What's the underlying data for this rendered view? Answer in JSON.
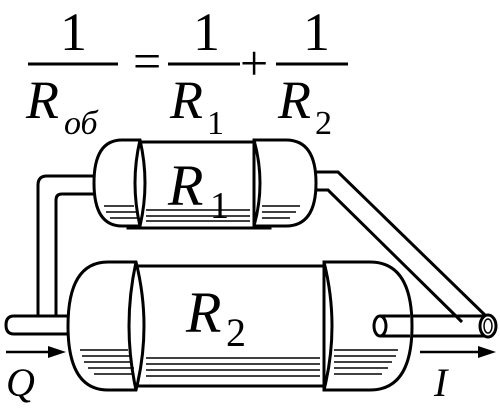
{
  "formula": {
    "lhs_numerator": "1",
    "lhs_denominator": "R",
    "lhs_denominator_subscript": "об",
    "equals": "=",
    "term1_numerator": "1",
    "term1_denominator": "R",
    "term1_denominator_subscript": "1",
    "plus": "+",
    "term2_numerator": "1",
    "term2_denominator": "R",
    "term2_denominator_subscript": "2"
  },
  "resistor_r1": {
    "letter": "R",
    "subscript": "1"
  },
  "resistor_r2": {
    "letter": "R",
    "subscript": "2"
  },
  "input_label": "Q",
  "output_label": "I",
  "colors": {
    "ink": "#000000",
    "background": "#ffffff"
  }
}
